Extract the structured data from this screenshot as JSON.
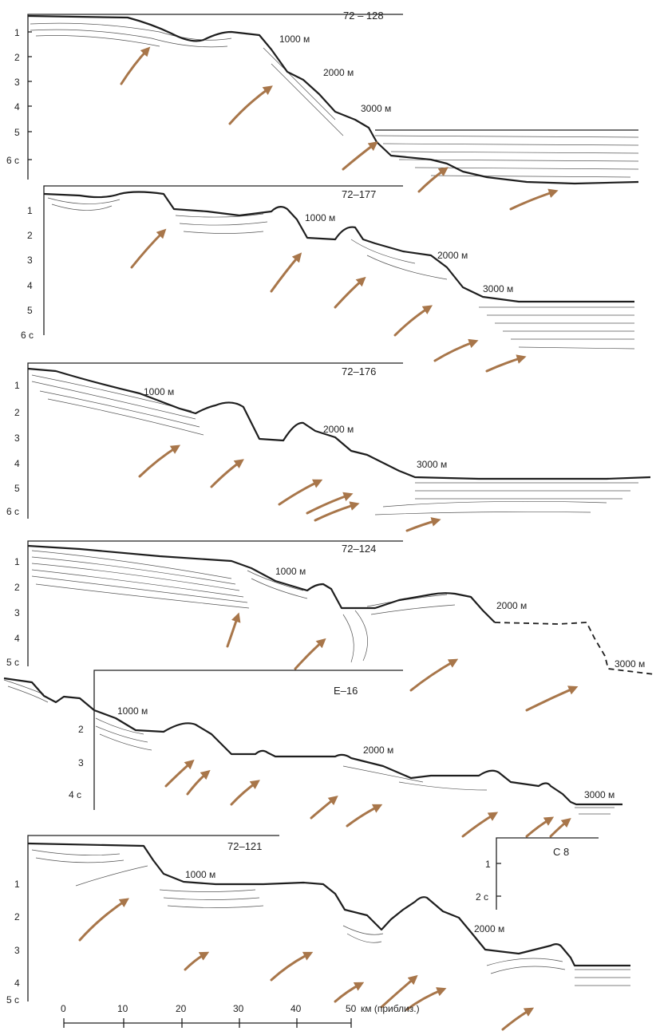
{
  "profiles": [
    {
      "id": "72 – 128",
      "time_ticks": [
        "1",
        "2",
        "3",
        "4",
        "5",
        "6 с"
      ],
      "depth_labels": [
        "1000 м",
        "2000 м",
        "3000 м"
      ]
    },
    {
      "id": "72–177",
      "time_ticks": [
        "1",
        "2",
        "3",
        "4",
        "5",
        "6 с"
      ],
      "depth_labels": [
        "1000 м",
        "2000 м",
        "3000 м"
      ]
    },
    {
      "id": "72–176",
      "time_ticks": [
        "1",
        "2",
        "3",
        "4",
        "5",
        "6 с"
      ],
      "depth_labels": [
        "1000 м",
        "2000 м",
        "3000 м"
      ]
    },
    {
      "id": "72–124",
      "time_ticks": [
        "1",
        "2",
        "3",
        "4",
        "5 с"
      ],
      "depth_labels": [
        "1000 м",
        "2000 м",
        "3000 м"
      ]
    },
    {
      "id": "E–16",
      "time_ticks": [
        "2",
        "3",
        "4 с"
      ],
      "depth_labels": [
        "1000 м",
        "2000 м",
        "3000 м"
      ]
    },
    {
      "id": "72–121",
      "time_ticks": [
        "1",
        "2",
        "3",
        "4",
        "5 с"
      ],
      "depth_labels": [
        "1000 м",
        "2000 м"
      ]
    }
  ],
  "inset": {
    "id": "C 8",
    "time_ticks": [
      "1",
      "2 с"
    ]
  },
  "scale_bar": {
    "ticks": [
      "0",
      "10",
      "20",
      "30",
      "40",
      "50"
    ],
    "unit_label": "км (приблиз.)"
  }
}
